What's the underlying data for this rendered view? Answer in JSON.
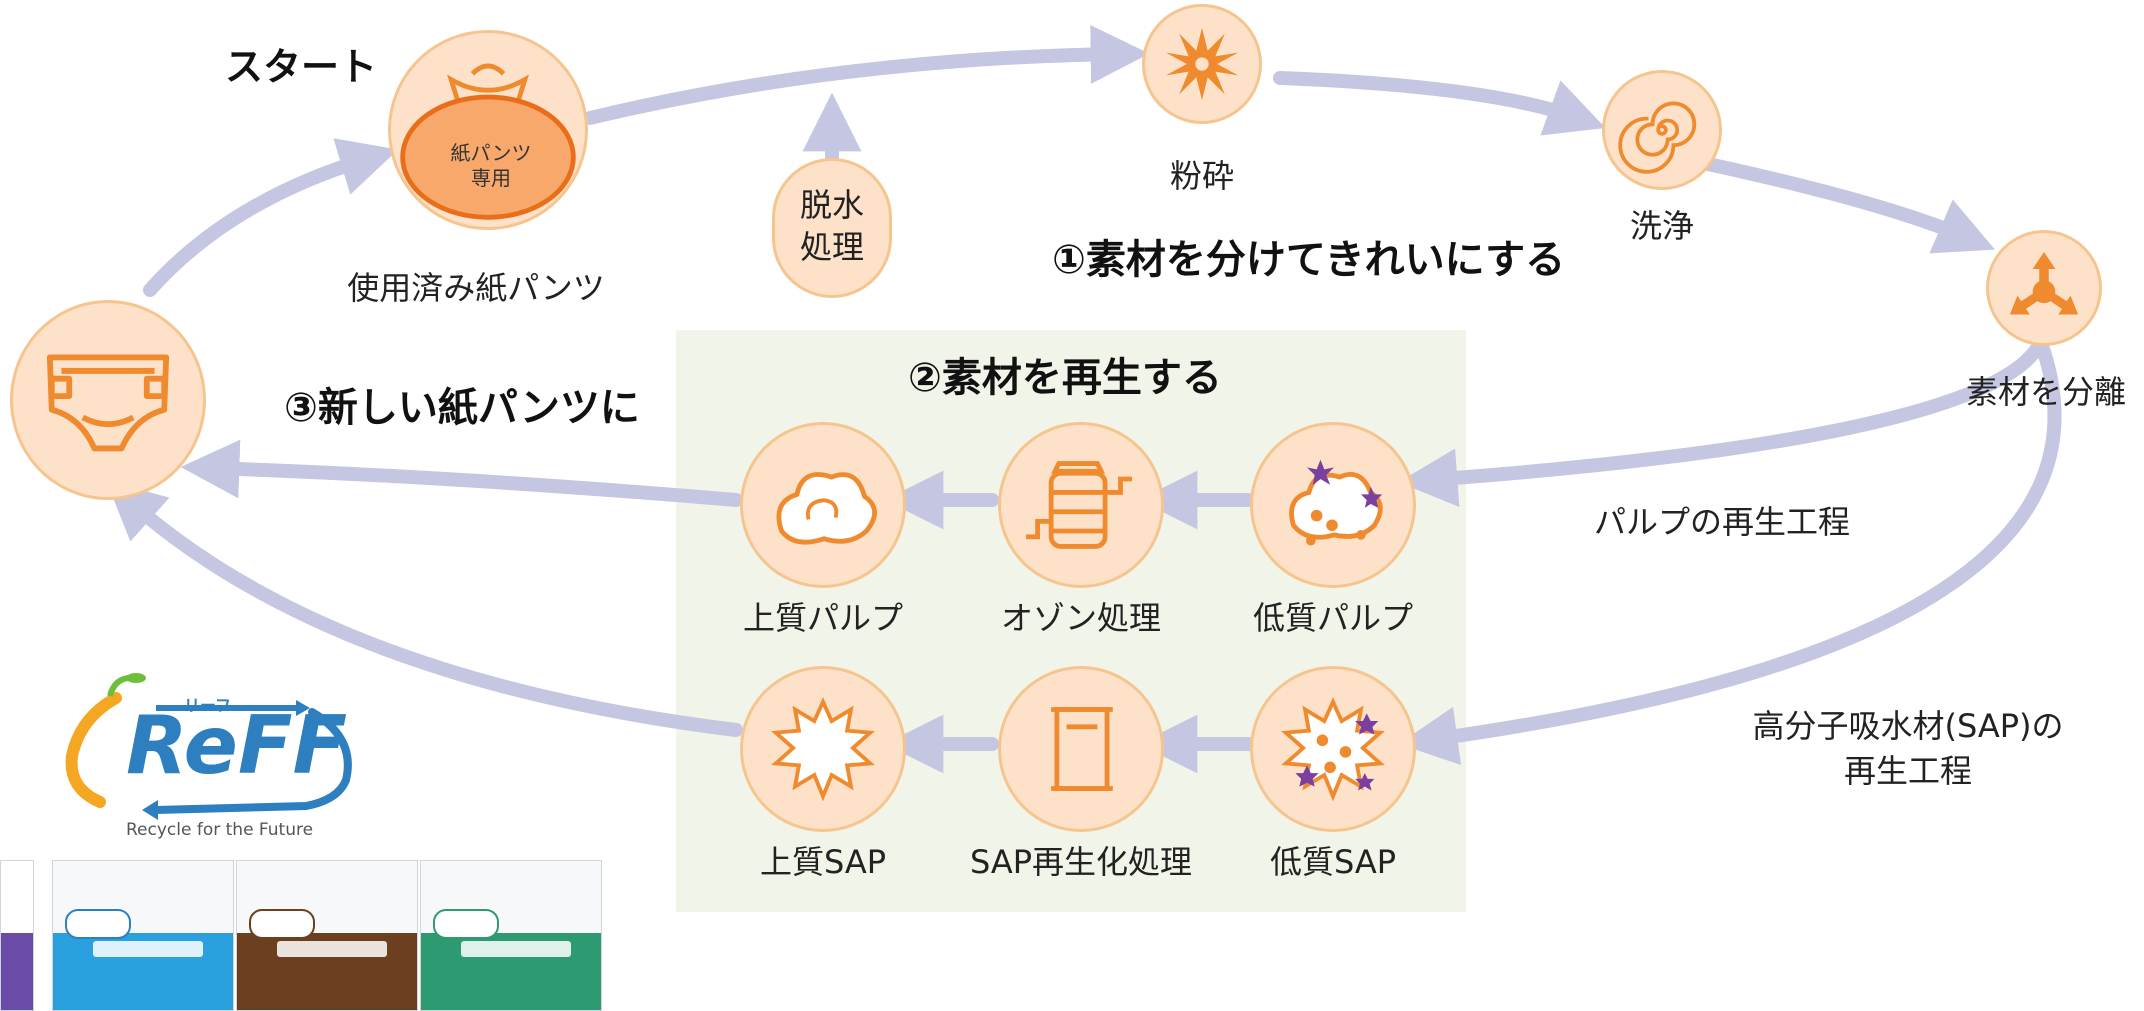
{
  "labels": {
    "start": "スタート",
    "bag_text": "紙パンツ\n専用",
    "used_pants": "使用済み紙パンツ",
    "dehydration": "脱水\n処理",
    "crush": "粉砕",
    "wash": "洗浄",
    "separate": "素材を分離",
    "step1": "①素材を分けてきれいにする",
    "step2": "②素材を再生する",
    "step3": "③新しい紙パンツに",
    "pulp_process": "パルプの再生工程",
    "sap_process": "高分子吸水材(SAP)の\n再生工程",
    "low_pulp": "低質パルプ",
    "ozone": "オゾン処理",
    "high_pulp": "上質パルプ",
    "low_sap": "低質SAP",
    "sap_regen": "SAP再生化処理",
    "high_sap": "上質SAP"
  },
  "logo": {
    "text": "ReFF",
    "ruby": "リーフ",
    "tagline": "Recycle for the Future"
  },
  "colors": {
    "arrow": "#c4c6e2",
    "circle_fill": "#fde2c9",
    "circle_border": "#f6c58f",
    "icon_orange": "#ef8a2e",
    "panel": "#f1f4e8",
    "impurity": "#7b3fa0",
    "logo_blue": "#2d7fbf",
    "logo_orange": "#f5a623"
  },
  "icons": {
    "bag": "garbage-bag-icon",
    "crush": "crush-burst-icon",
    "wash": "spiral-wash-icon",
    "separate": "three-way-arrows-icon",
    "diaper": "diaper-icon",
    "low_pulp": "cotton-impure-icon",
    "ozone": "ozone-tank-icon",
    "high_pulp": "cotton-clean-icon",
    "low_sap": "sap-impure-icon",
    "sap_regen": "scroll-icon",
    "high_sap": "sap-clean-icon"
  }
}
